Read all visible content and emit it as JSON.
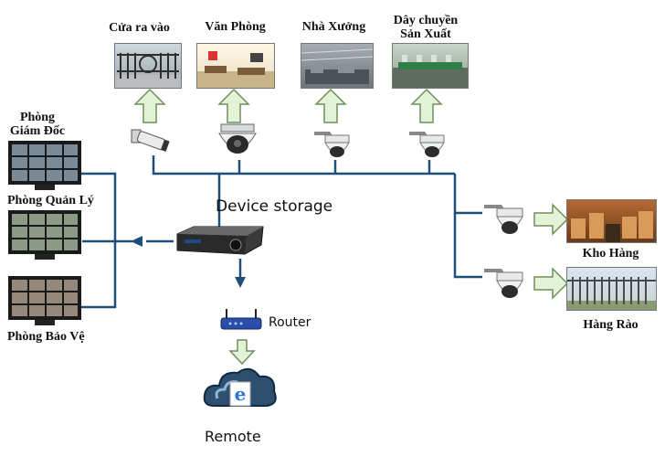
{
  "top_locations": [
    {
      "label": "Cửa ra vào"
    },
    {
      "label": "Văn Phòng"
    },
    {
      "label": "Nhà Xưởng"
    },
    {
      "label": "Dây chuyền Sản Xuất"
    }
  ],
  "left_locations": [
    {
      "label": "Phòng Giám Đốc"
    },
    {
      "label": "Phòng Quản Lý"
    },
    {
      "label": "Phòng Bảo Vệ"
    }
  ],
  "right_locations": [
    {
      "label": "Kho Hàng"
    },
    {
      "label": "Hàng Rào"
    }
  ],
  "devices": {
    "storage_label": "Device storage",
    "router_label": "Router",
    "remote_label": "Remote"
  },
  "colors": {
    "wire": "#1f4e79",
    "arrow_fill": "#e4f2d8",
    "arrow_stroke": "#6d8f5a"
  },
  "icons": [
    "bullet-camera-icon",
    "dome-camera-icon",
    "ptz-camera-icon",
    "monitor-icon",
    "dvr-icon",
    "router-icon",
    "cloud-internet-icon"
  ]
}
